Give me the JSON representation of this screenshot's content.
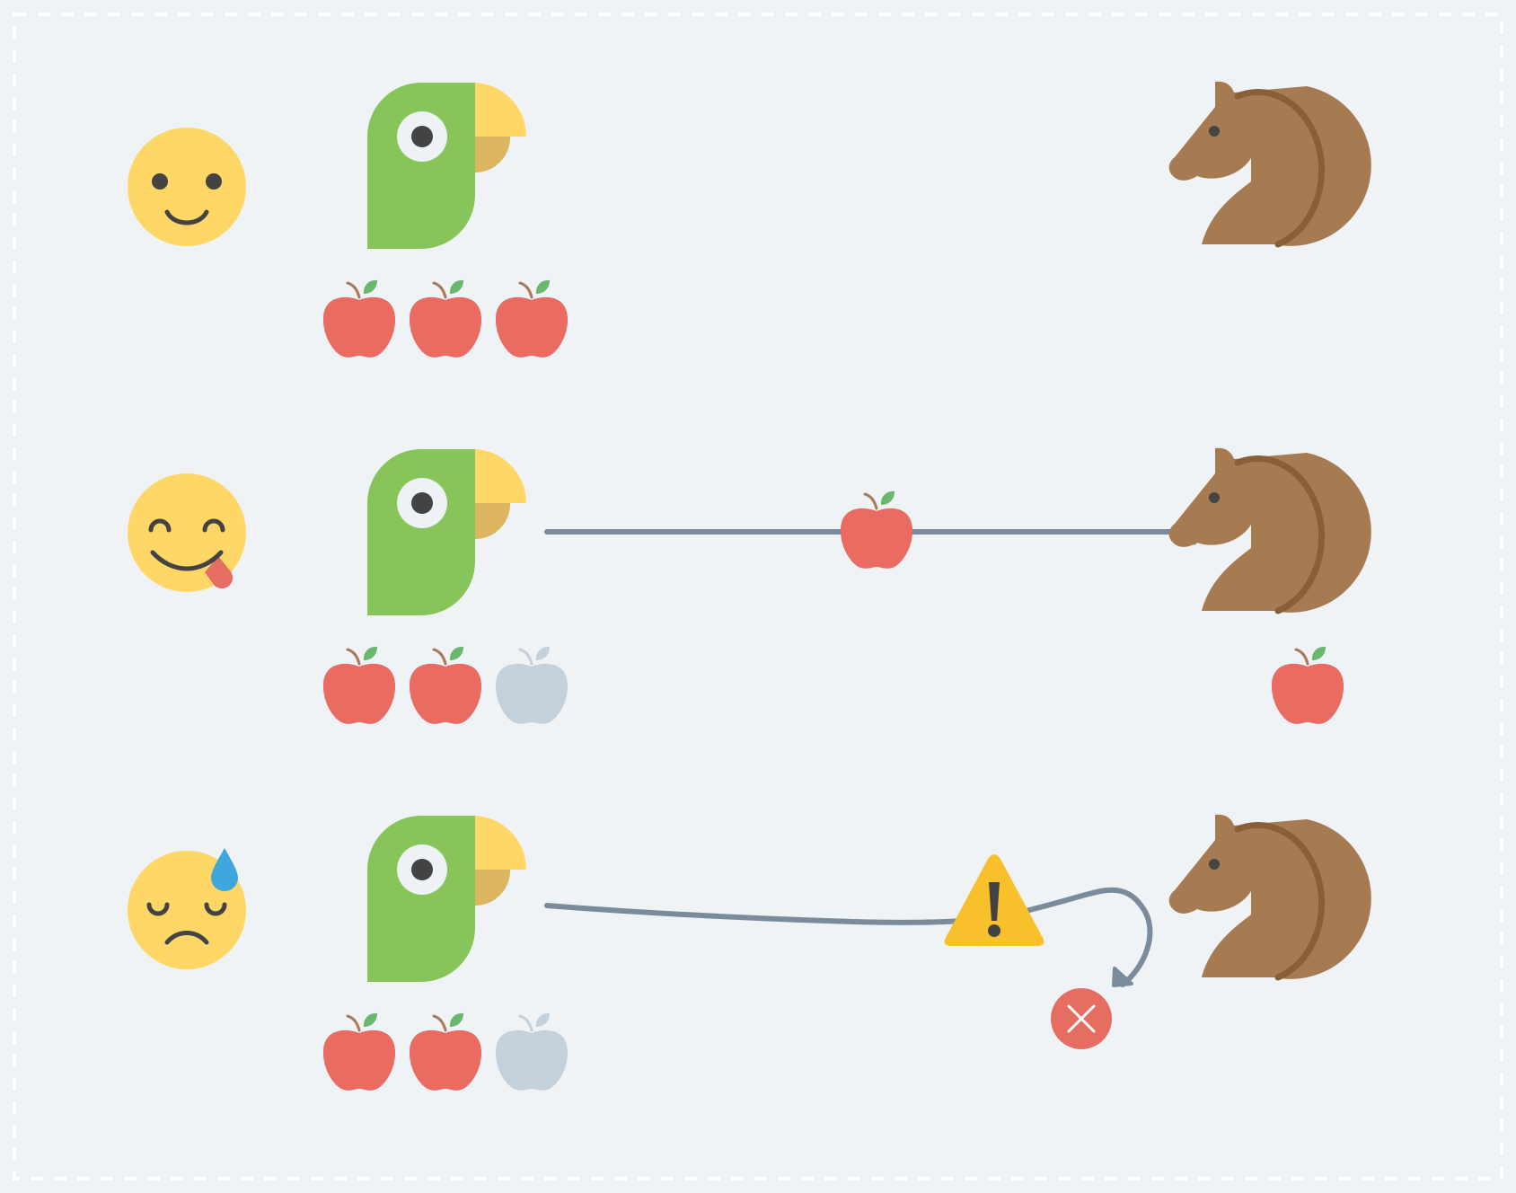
{
  "colors": {
    "background": "#eff3f6",
    "frame_dash": "#ffffff",
    "face": "#fed766",
    "face_features": "#434343",
    "tongue": "#e56d62",
    "sweat": "#3ea6dd",
    "parrot_body": "#87c55a",
    "parrot_beak_top": "#fed766",
    "parrot_beak_bottom": "#dcb55f",
    "apple": "#e96b61",
    "apple_faded": "#c5d1da",
    "apple_leaf": "#6ab86d",
    "apple_stem": "#a77b54",
    "horse": "#a77b52",
    "horse_mane": "#8a5e38",
    "arrow": "#7a8c9c",
    "warning": "#f8c12b",
    "error": "#e56d62"
  },
  "icons": {
    "happy_face": "smiling-face-icon",
    "yum_face": "face-savoring-food-icon",
    "sad_face": "downcast-face-with-sweat-icon",
    "parrot": "parrot-icon",
    "horse": "horse-head-icon",
    "apple": "red-apple-icon",
    "warning": "warning-triangle-icon",
    "error": "error-x-circle-icon",
    "arrow": "arrow-icon"
  },
  "rows": [
    {
      "mood": "happy",
      "apples": [
        "full",
        "full",
        "full"
      ],
      "transfer": "none",
      "receiver_apples": 0
    },
    {
      "mood": "yum",
      "apples": [
        "full",
        "full",
        "empty"
      ],
      "transfer": "delivered",
      "receiver_apples": 1
    },
    {
      "mood": "sad",
      "apples": [
        "full",
        "full",
        "empty"
      ],
      "transfer": "failed",
      "receiver_apples": 0
    }
  ]
}
